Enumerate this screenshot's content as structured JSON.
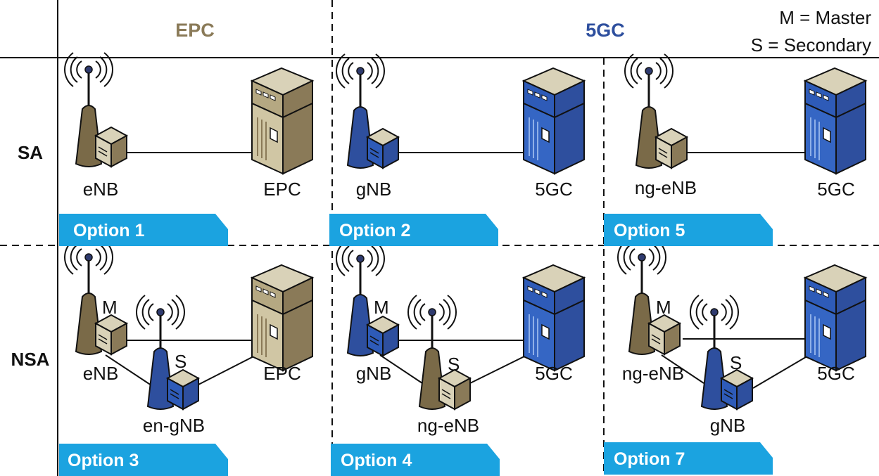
{
  "columns": {
    "epc": {
      "label": "EPC",
      "color": "#8a7a58"
    },
    "fivegc": {
      "label": "5GC",
      "color": "#2e4f9e"
    }
  },
  "legend": {
    "master": "M = Master",
    "secondary": "S = Secondary"
  },
  "rows": {
    "sa": "SA",
    "nsa": "NSA"
  },
  "options": [
    {
      "label": "Option 1",
      "master": "eNB",
      "core": "EPC"
    },
    {
      "label": "Option 2",
      "master": "gNB",
      "core": "5GC"
    },
    {
      "label": "Option 5",
      "master": "ng-eNB",
      "core": "5GC"
    },
    {
      "label": "Option 3",
      "master": "eNB",
      "secondary": "en-gNB",
      "core": "EPC",
      "m": "M",
      "s": "S"
    },
    {
      "label": "Option 4",
      "master": "gNB",
      "secondary": "ng-eNB",
      "core": "5GC",
      "m": "M",
      "s": "S"
    },
    {
      "label": "Option 7",
      "master": "ng-eNB",
      "secondary": "gNB",
      "core": "5GC",
      "m": "M",
      "s": "S"
    }
  ],
  "colors": {
    "tag": "#1ba3e0",
    "lte": "#8a7a58",
    "nr": "#2e4f9e"
  }
}
